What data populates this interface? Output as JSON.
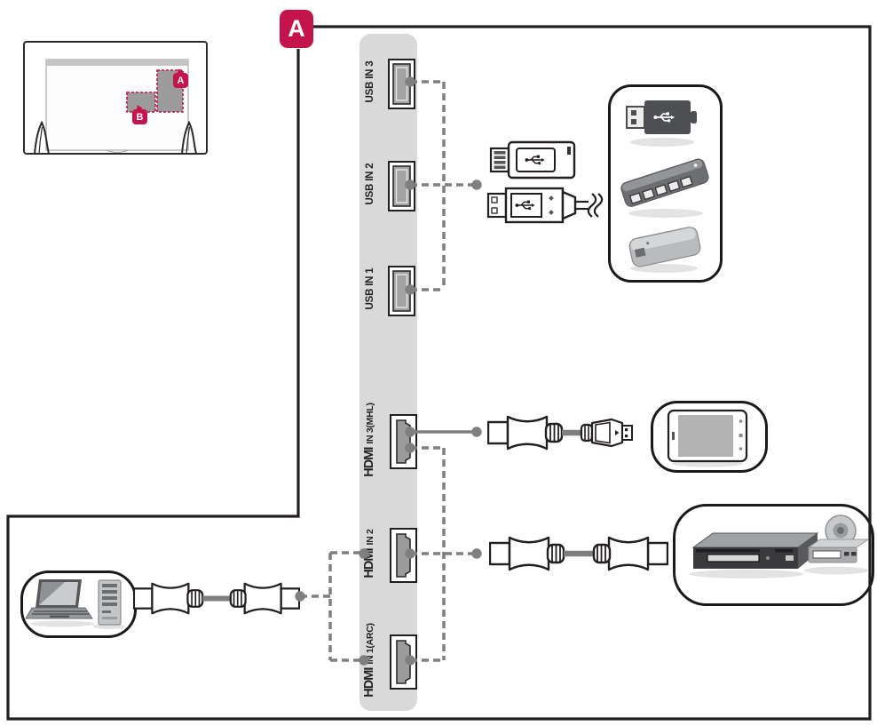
{
  "section": {
    "letter": "A"
  },
  "tv_overview": {
    "badge_a": "A",
    "badge_b": "B"
  },
  "rear_panel": {
    "usb_ports": [
      {
        "id": "usb-in-3",
        "label": "USB IN 3"
      },
      {
        "id": "usb-in-2",
        "label": "USB IN 2"
      },
      {
        "id": "usb-in-1",
        "label": "USB IN 1"
      }
    ],
    "hdmi_ports": [
      {
        "id": "hdmi-in-3",
        "brand": "HDMI",
        "label": "IN 3(MHL)"
      },
      {
        "id": "hdmi-in-2",
        "brand": "HDMI",
        "label": "IN 2"
      },
      {
        "id": "hdmi-in-1",
        "brand": "HDMI",
        "label": "IN 1(ARC)"
      }
    ]
  },
  "colors": {
    "accent_pink": "#c5134c",
    "panel_gray": "#d9d9d9",
    "wire_gray": "#7f7f7f",
    "outline_black": "#231f20",
    "port_fill_gray": "#9b9b9b"
  },
  "icons": {
    "usb_symbol": "usb-trident-icon",
    "devices": [
      "usb-flash-drive",
      "usb-hub",
      "external-hard-drive",
      "smartphone",
      "dvd-player",
      "disc-player",
      "laptop",
      "desktop-pc"
    ]
  }
}
